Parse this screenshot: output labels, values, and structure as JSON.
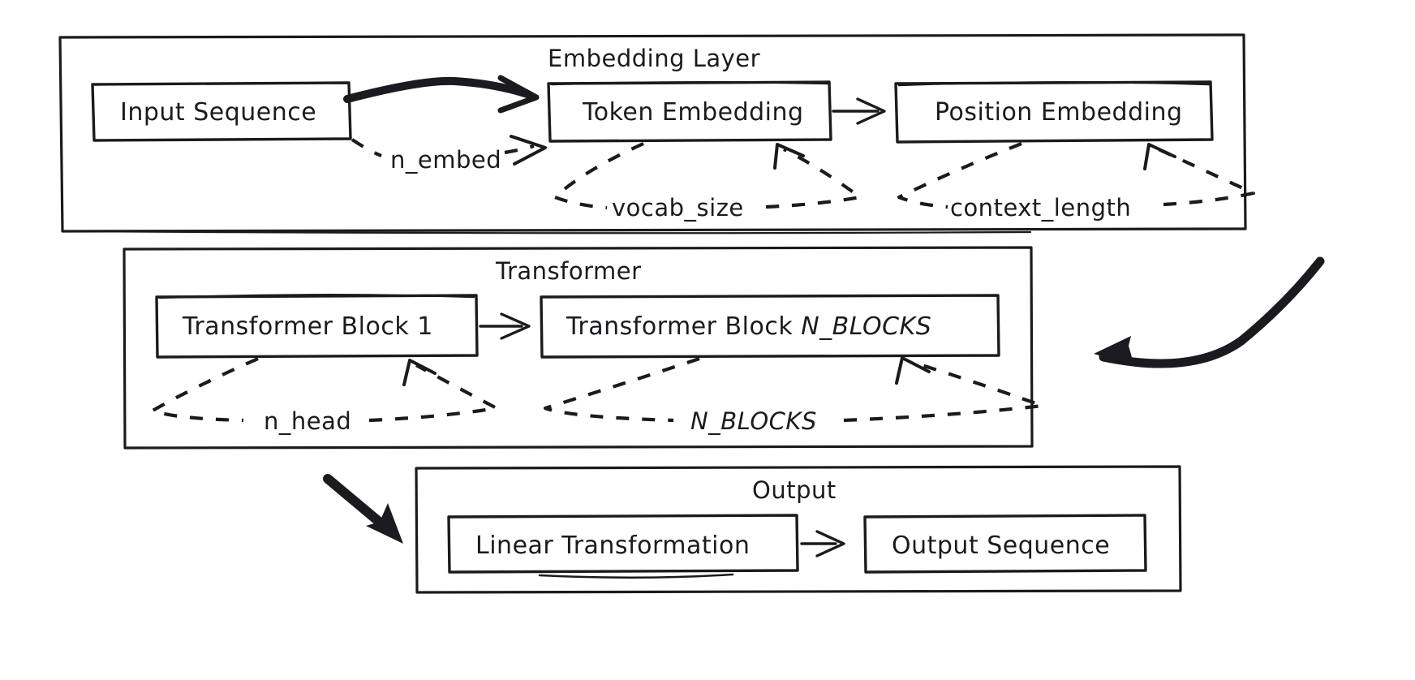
{
  "diagram": {
    "title_visible": false,
    "background": "#ffffff",
    "ink_color": "#1b1b1f",
    "style": "hand-drawn"
  },
  "groups": [
    {
      "id": "embedding",
      "title": "Embedding Layer"
    },
    {
      "id": "transformer",
      "title": "Transformer"
    },
    {
      "id": "output",
      "title": "Output"
    }
  ],
  "nodes": {
    "input_sequence": {
      "label": "Input Sequence"
    },
    "token_embedding": {
      "label": "Token Embedding"
    },
    "position_embedding": {
      "label": "Position Embedding"
    },
    "transformer_block_1": {
      "label_plain": "Transformer Block 1"
    },
    "transformer_block_n": {
      "label_plain": "Transformer Block ",
      "label_italic": "N_BLOCKS"
    },
    "linear_transformation": {
      "label": "Linear Transformation"
    },
    "output_sequence": {
      "label": "Output Sequence"
    }
  },
  "annotations": [
    {
      "id": "n-embed",
      "label": "n_embed",
      "italic": false
    },
    {
      "id": "vocab-size",
      "label": "vocab_size",
      "italic": false
    },
    {
      "id": "context-length",
      "label": "context_length",
      "italic": false
    },
    {
      "id": "n-head",
      "label": "n_head",
      "italic": false
    },
    {
      "id": "n-blocks",
      "label": "N_BLOCKS",
      "italic": true
    }
  ],
  "edges": [
    {
      "from": "input_sequence",
      "to": "token_embedding",
      "kind": "thick-curved"
    },
    {
      "from": "token_embedding",
      "to": "position_embedding",
      "kind": "thin-straight"
    },
    {
      "from": "transformer_block_1",
      "to": "transformer_block_n",
      "kind": "thin-straight"
    },
    {
      "from": "linear_transformation",
      "to": "output_sequence",
      "kind": "thin-straight"
    },
    {
      "from": "embedding",
      "to": "transformer",
      "kind": "thick-curved"
    },
    {
      "from": "transformer",
      "to": "output",
      "kind": "thick-straight"
    }
  ]
}
